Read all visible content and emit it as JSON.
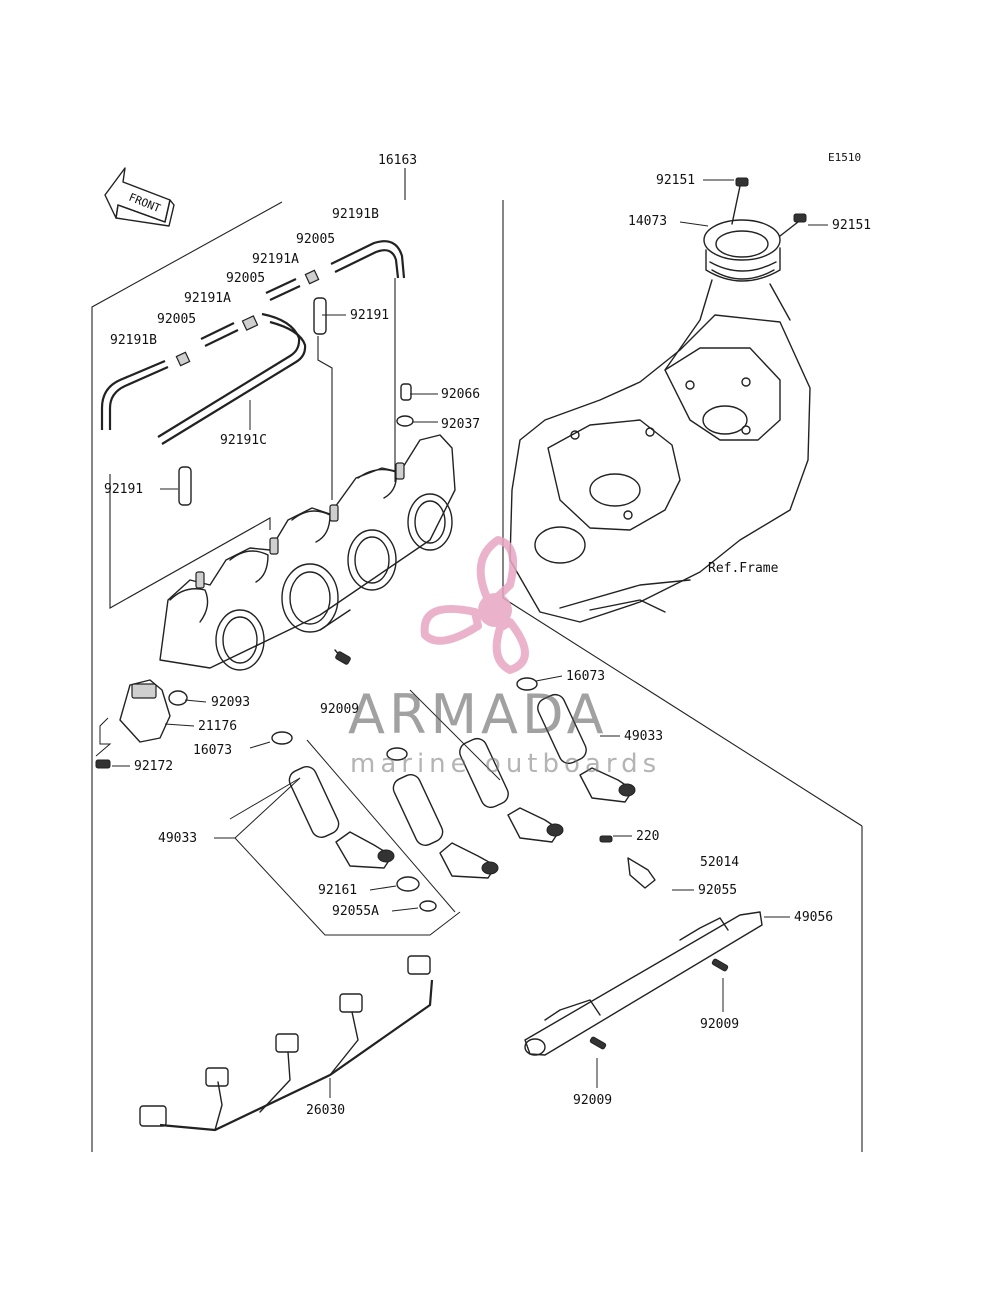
{
  "diagram": {
    "code": "E1510",
    "front_label": "FRONT",
    "ref_frame_label": "Ref.Frame"
  },
  "watermark": {
    "brand": "ARMADA",
    "tagline": "marine outboards",
    "logo_color": "#E8A6C3"
  },
  "labels": {
    "l_16163": "16163",
    "l_92191B_top": "92191B",
    "l_92005_a": "92005",
    "l_92191A_a": "92191A",
    "l_92005_b": "92005",
    "l_92191A_b": "92191A",
    "l_92005_c": "92005",
    "l_92191B_left": "92191B",
    "l_92191_upper": "92191",
    "l_92066": "92066",
    "l_92037": "92037",
    "l_92191C": "92191C",
    "l_92191_left": "92191",
    "l_92151_a": "92151",
    "l_92151_b": "92151",
    "l_14073": "14073",
    "l_92093": "92093",
    "l_21176": "21176",
    "l_16073_left": "16073",
    "l_92172": "92172",
    "l_92009_top": "92009",
    "l_16073_right": "16073",
    "l_49033_right": "49033",
    "l_49033_left": "49033",
    "l_220": "220",
    "l_52014": "52014",
    "l_92055": "92055",
    "l_92161": "92161",
    "l_92055A": "92055A",
    "l_49056": "49056",
    "l_92009_right": "92009",
    "l_92009_bottom": "92009",
    "l_26030": "26030"
  }
}
